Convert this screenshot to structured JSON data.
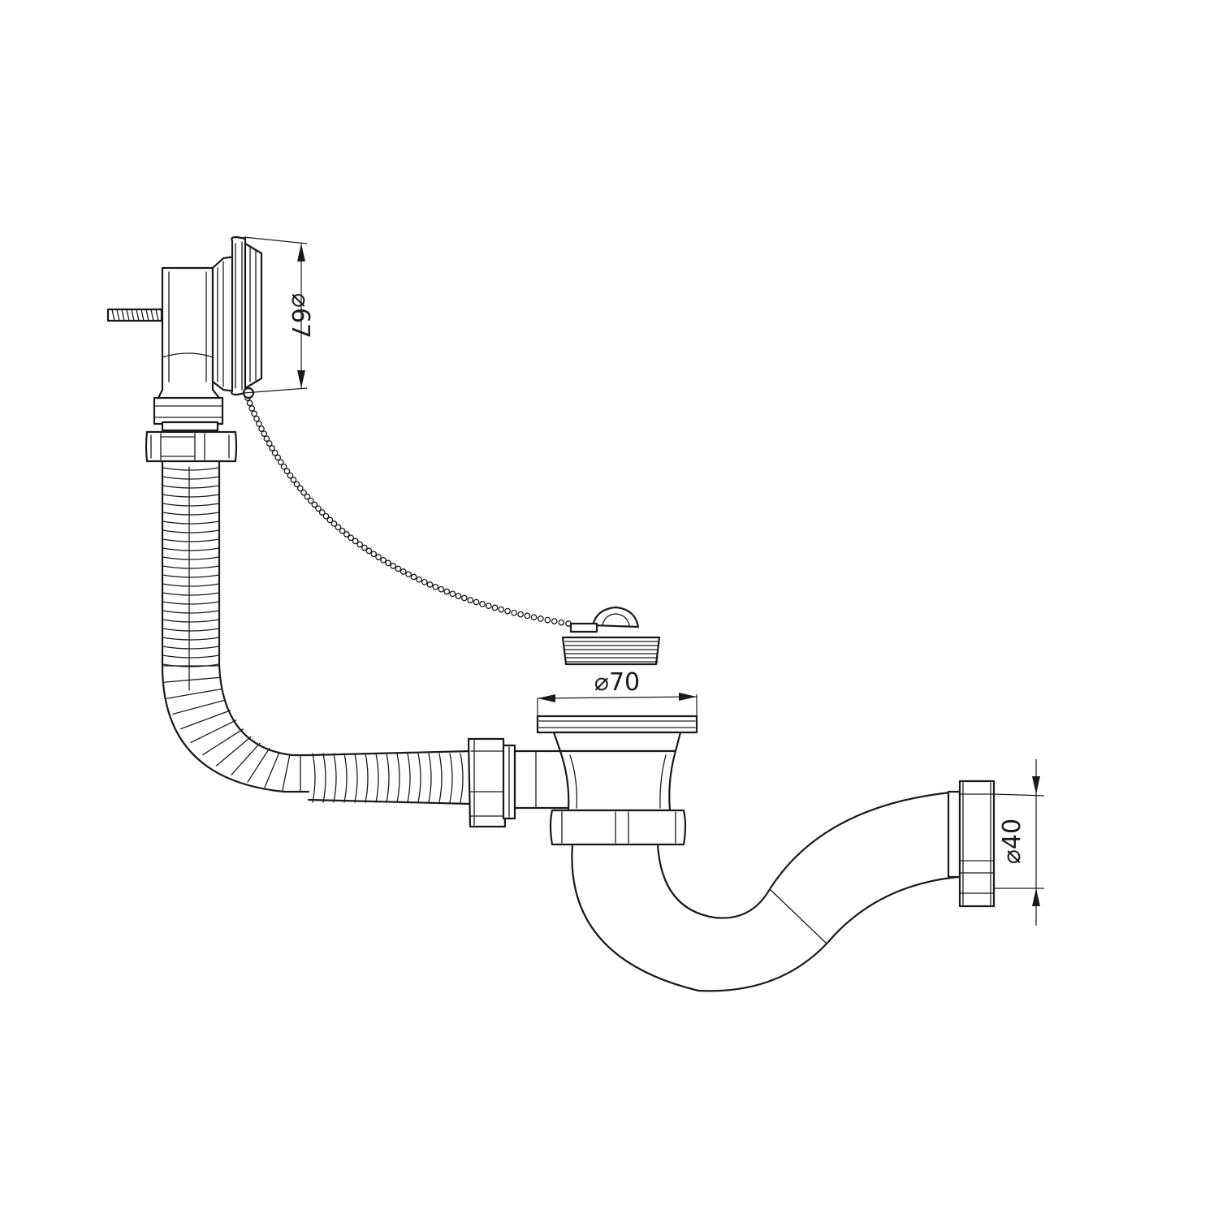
{
  "dimensions": {
    "overflow_diameter": "67",
    "stopper_diameter": "70",
    "outlet_diameter": "40",
    "diameter_symbol": "⌀"
  },
  "colors": {
    "line": "#1a1a1a",
    "background": "#ffffff"
  }
}
